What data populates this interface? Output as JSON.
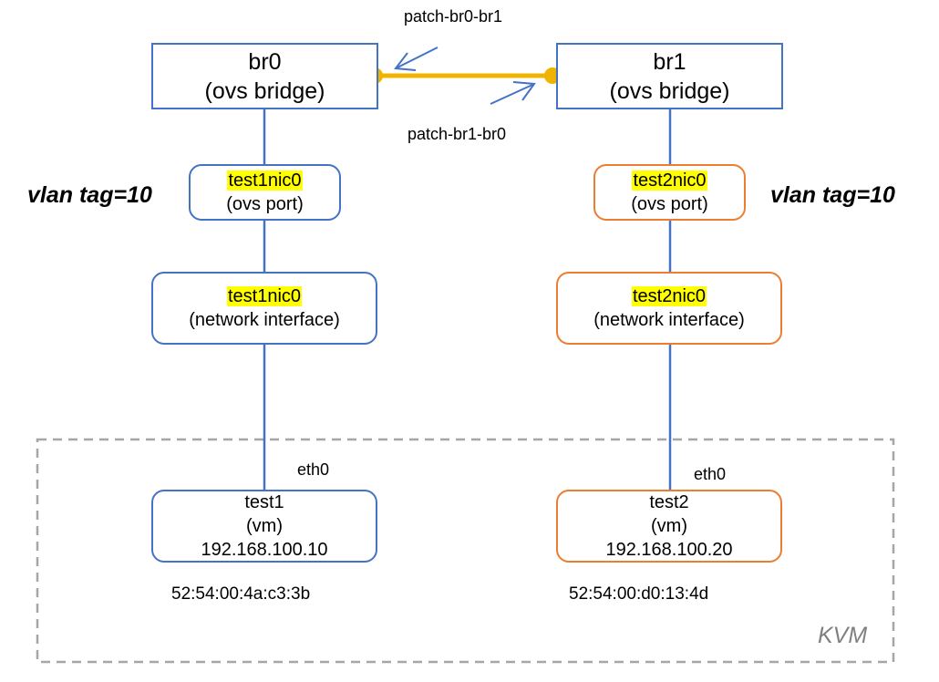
{
  "bridges": {
    "br0": {
      "name": "br0",
      "type": "(ovs bridge)"
    },
    "br1": {
      "name": "br1",
      "type": "(ovs bridge)"
    }
  },
  "patch": {
    "br0_to_br1": "patch-br0-br1",
    "br1_to_br0": "patch-br1-br0"
  },
  "left": {
    "vlan": "vlan tag=10",
    "port": {
      "name": "test1nic0",
      "type": "(ovs port)"
    },
    "iface": {
      "name": "test1nic0",
      "type": "(network interface)"
    },
    "eth": "eth0",
    "vm": {
      "name": "test1",
      "type": "(vm)",
      "ip": "192.168.100.10"
    },
    "mac": "52:54:00:4a:c3:3b"
  },
  "right": {
    "vlan": "vlan tag=10",
    "port": {
      "name": "test2nic0",
      "type": "(ovs port)"
    },
    "iface": {
      "name": "test2nic0",
      "type": "(network interface)"
    },
    "eth": "eth0",
    "vm": {
      "name": "test2",
      "type": "(vm)",
      "ip": "192.168.100.20"
    },
    "mac": "52:54:00:d0:13:4d"
  },
  "kvm_label": "KVM",
  "colors": {
    "blue": "#4472c4",
    "orange": "#ed7d31",
    "patch": "#f0b400",
    "highlight": "#ffff00",
    "dashed": "#a6a6a6"
  }
}
